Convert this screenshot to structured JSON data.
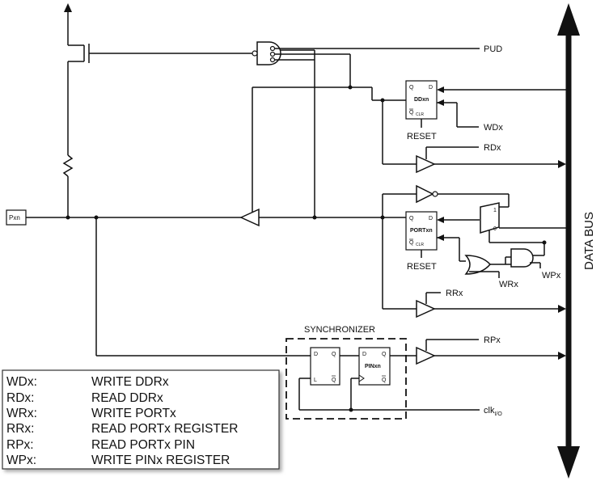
{
  "bus": {
    "label": "DATA BUS"
  },
  "pin": {
    "label": "Pxn"
  },
  "signals": {
    "pud": "PUD",
    "wdx": "WDx",
    "rdx": "RDx",
    "rrx": "RRx",
    "rpx": "RPx",
    "wrx": "WRx",
    "wpx": "WPx",
    "clk_main": "clk",
    "clk_sub": "I/O"
  },
  "registers": {
    "ddxn": {
      "name": "DDxn",
      "q": "Q",
      "d": "D",
      "qbar": "Q",
      "clr": "CLR",
      "reset": "RESET"
    },
    "portxn": {
      "name": "PORTxn",
      "q": "Q",
      "d": "D",
      "qbar": "Q",
      "clr": "CLR",
      "reset": "RESET"
    },
    "pinxn": {
      "name": "PINxn",
      "d": "D",
      "q": "Q",
      "qbar": "Q"
    },
    "latch": {
      "d": "D",
      "q": "Q",
      "l": "L",
      "qbar": "Q"
    }
  },
  "mux": {
    "in1": "1",
    "in0": "0"
  },
  "synchronizer": {
    "label": "SYNCHRONIZER"
  },
  "legend": [
    {
      "abbr": "WDx:",
      "desc": "WRITE DDRx"
    },
    {
      "abbr": "RDx:",
      "desc": "READ DDRx"
    },
    {
      "abbr": "WRx:",
      "desc": "WRITE PORTx"
    },
    {
      "abbr": "RRx:",
      "desc": "READ PORTx REGISTER"
    },
    {
      "abbr": "RPx:",
      "desc": "READ PORTx PIN"
    },
    {
      "abbr": "WPx:",
      "desc": "WRITE PINx REGISTER"
    }
  ]
}
